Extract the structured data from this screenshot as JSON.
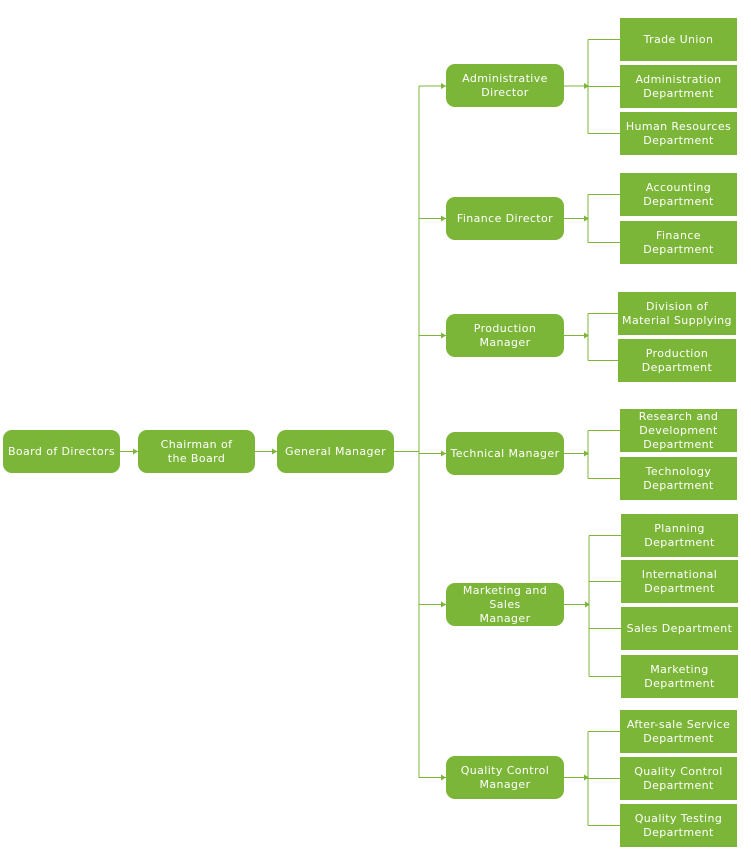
{
  "root": {
    "board": "Board of Directors",
    "chairman": "Chairman of\nthe Board",
    "general_manager": "General Manager"
  },
  "managers": [
    {
      "label": "Administrative\nDirector",
      "departments": [
        "Trade Union",
        "Administration\nDepartment",
        "Human Resources\nDepartment"
      ]
    },
    {
      "label": "Finance Director",
      "departments": [
        "Accounting\nDepartment",
        "Finance\nDepartment"
      ]
    },
    {
      "label": "Production\nManager",
      "departments": [
        "Division of\nMaterial Supplying",
        "Production\nDepartment"
      ]
    },
    {
      "label": "Technical Manager",
      "departments": [
        "Research and\nDevelopment\nDepartment",
        "Technology\nDepartment"
      ]
    },
    {
      "label": "Marketing and Sales\nManager",
      "departments": [
        "Planning\nDepartment",
        "International\nDepartment",
        "Sales Department",
        "Marketing\nDepartment"
      ]
    },
    {
      "label": "Quality Control\nManager",
      "departments": [
        "After-sale Service\nDepartment",
        "Quality Control\nDepartment",
        "Quality Testing\nDepartment"
      ]
    }
  ],
  "colors": {
    "node_fill": "#7cb638",
    "text": "#ffffff",
    "connector": "#7cb638"
  }
}
